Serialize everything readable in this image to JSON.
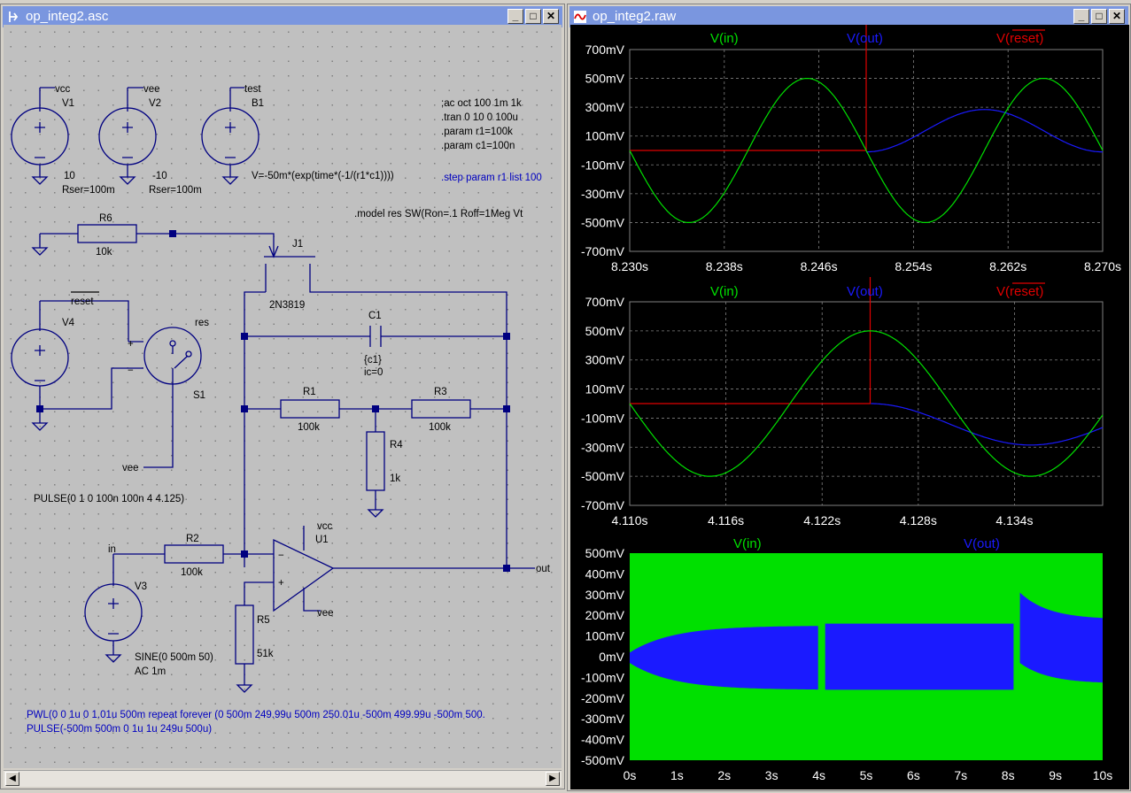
{
  "schematic_window": {
    "title": "op_integ2.asc",
    "buttons": {
      "minimize": "_",
      "maximize": "□",
      "close": "✕"
    }
  },
  "plot_window": {
    "title": "op_integ2.raw",
    "buttons": {
      "minimize": "_",
      "maximize": "□",
      "close": "✕"
    }
  },
  "schematic": {
    "directives": [
      ";ac oct 100 1m 1k",
      ".tran 0 10 0 100u",
      ".param r1=100k",
      ".param c1=100n"
    ],
    "step": ".step param r1 list 100",
    "model": ".model  res SW(Ron=.1 Roff=1Meg Vt",
    "b1_expr": "V=-50m*(exp(time*(-1/(r1*c1))))",
    "pwl": "PWL(0 0 1u 0 1.01u 500m repeat forever (0 500m 249.99u 500m 250.01u -500m 499.99u -500m 500.",
    "pulse2": "PULSE(-500m 500m 0 1u 1u 249u 500u)",
    "v4_pulse": "PULSE(0 1 0 100n 100n 4 4.125)",
    "v3_sine": "SINE(0 500m 50)",
    "v3_ac": "AC 1m",
    "labels": {
      "vcc": "vcc",
      "vee": "vee",
      "test": "test",
      "v1": "V1",
      "v2": "V2",
      "b1": "B1",
      "v1_val": "10",
      "v1_rser": "Rser=100m",
      "v2_val": "-10",
      "v2_rser": "Rser=100m",
      "r6": "R6",
      "r6_val": "10k",
      "j1": "J1",
      "j1_model": "2N3819",
      "reset": "reset",
      "v4": "V4",
      "res": "res",
      "s1": "S1",
      "c1": "C1",
      "c1_val": "{c1}",
      "c1_ic": "ic=0",
      "r1": "R1",
      "r1_val": "100k",
      "r3": "R3",
      "r3_val": "100k",
      "r4": "R4",
      "r4_val": "1k",
      "vee_s1": "vee",
      "in": "in",
      "r2": "R2",
      "r2_val": "100k",
      "u1_vcc": "vcc",
      "u1": "U1",
      "out": "out",
      "u1_vee": "vee",
      "v3": "V3",
      "r5": "R5",
      "r5_val": "51k",
      "plus": "+",
      "minus": "−"
    }
  },
  "colors": {
    "vin": "#00e000",
    "vout": "#1a1aff",
    "vreset": "#e00000",
    "grid": "#808080",
    "axis_text": "#ffffff"
  },
  "chart_data": [
    {
      "type": "line",
      "series": [
        {
          "name": "V(in)"
        },
        {
          "name": "V(out)"
        },
        {
          "name": "V(reset)"
        }
      ],
      "x_ticks": [
        "8.230s",
        "8.238s",
        "8.246s",
        "8.254s",
        "8.262s",
        "8.270s"
      ],
      "y_ticks": [
        "700mV",
        "500mV",
        "300mV",
        "100mV",
        "-100mV",
        "-300mV",
        "-500mV",
        "-700mV"
      ],
      "xlim": [
        8.23,
        8.27
      ],
      "ylim": [
        -0.7,
        0.7
      ]
    },
    {
      "type": "line",
      "series": [
        {
          "name": "V(in)"
        },
        {
          "name": "V(out)"
        },
        {
          "name": "V(reset)"
        }
      ],
      "x_ticks": [
        "4.110s",
        "4.116s",
        "4.122s",
        "4.128s",
        "4.134s"
      ],
      "y_ticks": [
        "700mV",
        "500mV",
        "300mV",
        "100mV",
        "-100mV",
        "-300mV",
        "-500mV",
        "-700mV"
      ],
      "xlim": [
        4.11,
        4.1395
      ],
      "ylim": [
        -0.7,
        0.7
      ]
    },
    {
      "type": "area",
      "series": [
        {
          "name": "V(in)"
        },
        {
          "name": "V(out)"
        }
      ],
      "x_ticks": [
        "0s",
        "1s",
        "2s",
        "3s",
        "4s",
        "5s",
        "6s",
        "7s",
        "8s",
        "9s",
        "10s"
      ],
      "y_ticks": [
        "500mV",
        "400mV",
        "300mV",
        "200mV",
        "100mV",
        "0mV",
        "-100mV",
        "-200mV",
        "-300mV",
        "-400mV",
        "-500mV"
      ],
      "xlim": [
        0,
        10
      ],
      "ylim": [
        -0.5,
        0.5
      ]
    }
  ]
}
